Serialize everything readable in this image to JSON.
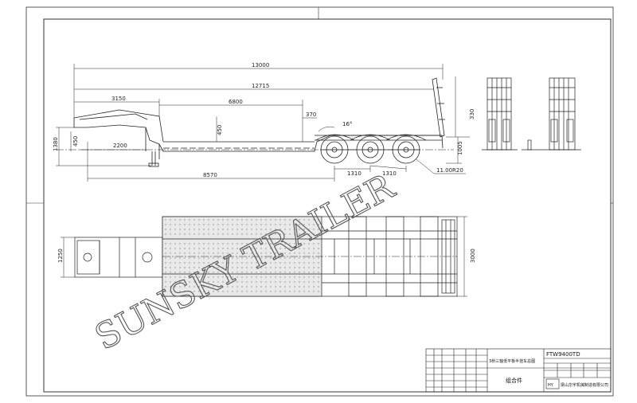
{
  "dimensions": {
    "overall_length": "13000",
    "frame_length": "12715",
    "gooseneck_length": "3150",
    "deck_length": "6800",
    "rear_section": "370",
    "platform_height": "450",
    "ramp_height": "330",
    "fifth_wheel_height": "1380",
    "deck_height_front": "450",
    "gooseneck_offset": "2200",
    "axle_spacing_1": "1310",
    "axle_spacing_2": "1310",
    "front_to_axle": "8570",
    "tire_spec": "11.00R20",
    "rear_height": "1005",
    "plan_width_front": "1250",
    "plan_width_rear": "3000",
    "angle": "16°"
  },
  "watermark": "SUNSKY TRAILER",
  "title_block": {
    "drawing_no": "FTW9400TD",
    "chinese_title": "3桥三轴低平板半挂车总图",
    "assembly_label": "组合件",
    "company": "梁山华宇机械制造有限公司",
    "logo_text": "HY"
  }
}
